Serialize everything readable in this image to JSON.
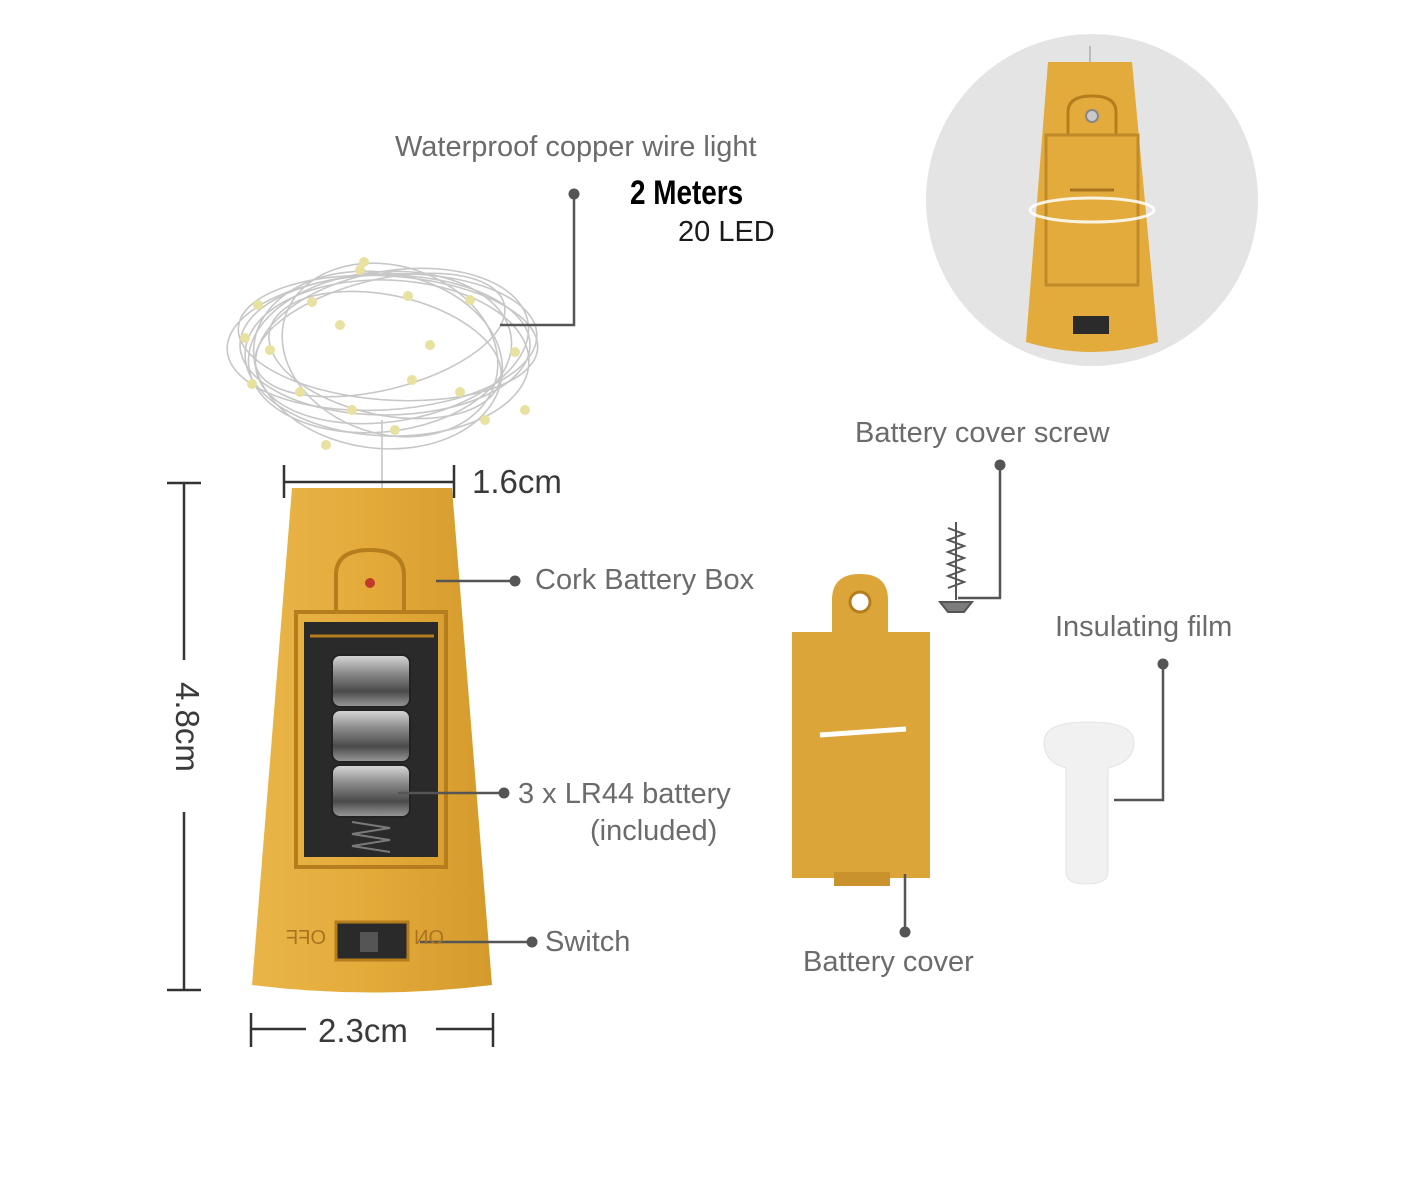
{
  "labels": {
    "wire_title": "Waterproof copper wire light",
    "wire_length": "2 Meters",
    "wire_led": "20 LED",
    "screw": "Battery cover screw",
    "cork_box": "Cork Battery Box",
    "film": "Insulating film",
    "battery_line1": "3 x LR44 battery",
    "battery_line2": "(included)",
    "switch": "Switch",
    "cover": "Battery cover"
  },
  "dimensions": {
    "top_width": "1.6cm",
    "height": "4.8cm",
    "bottom_width": "2.3cm"
  },
  "switch_marks": {
    "off": "OFF",
    "on": "ON"
  },
  "colors": {
    "cork": "#e2ab3c",
    "cork_dark": "#b57d1d",
    "cover": "#dca53a",
    "leader": "#555555",
    "circle_bg": "#e4e4e4",
    "film": "#f1f1f1",
    "led": "#e9e1a0"
  }
}
